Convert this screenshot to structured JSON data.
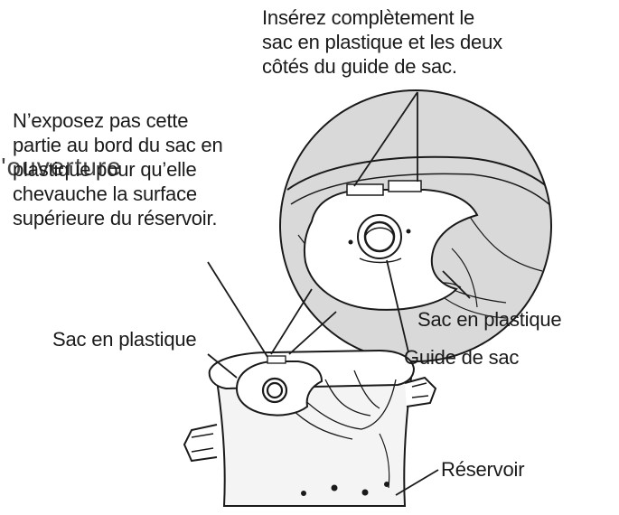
{
  "labels": {
    "insert_fully": [
      "Insérez complètement le",
      "sac en plastique et les deux",
      "côtés du guide de sac."
    ],
    "do_not_expose": [
      "N’exposez pas cette",
      "partie au bord du sac en",
      "plastique pour qu’elle",
      "chevauche la surface",
      "supérieure du réservoir."
    ],
    "plastic_bag_left": "Sac en plastique",
    "plastic_bag_right": "Sac en plastique",
    "bag_guide": "Guide de sac",
    "tank": "Réservoir"
  },
  "overlay_text": "l'ouverture",
  "colors": {
    "line": "#1a1a1a",
    "magnifier_fill": "#d9d9d9",
    "guide_fill": "#ffffff",
    "tank_fill": "#f4f4f4"
  }
}
